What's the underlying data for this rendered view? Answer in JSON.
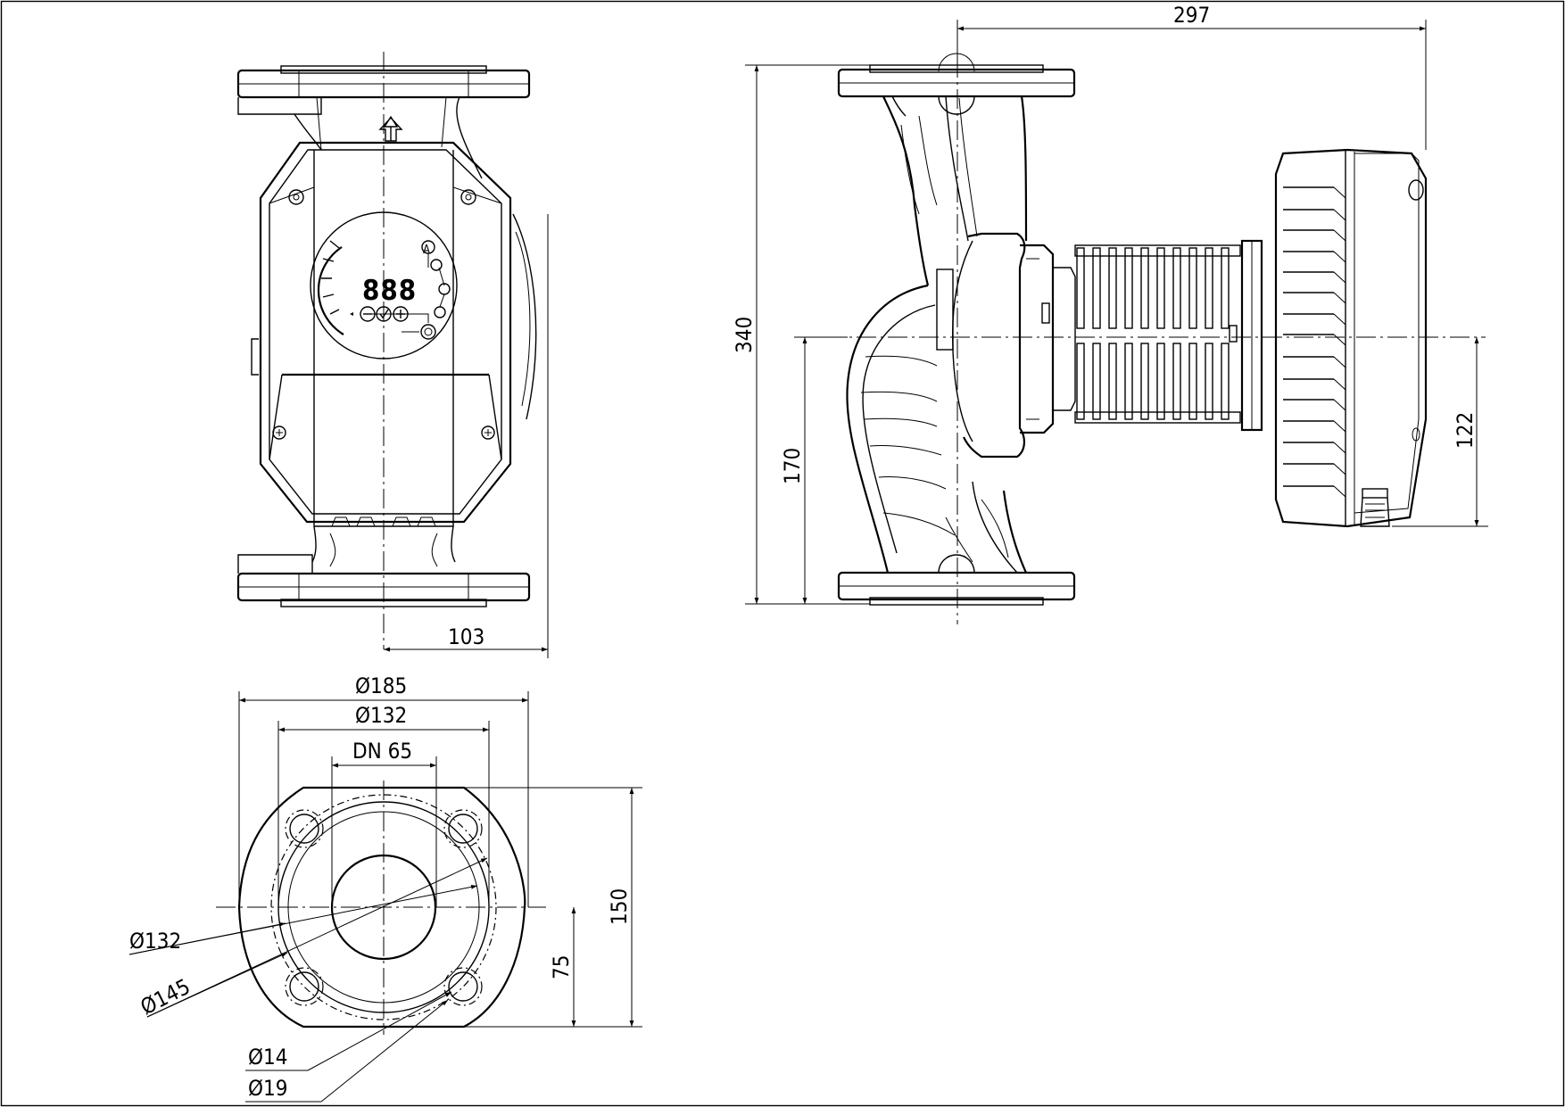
{
  "dimensions": {
    "overall_length": "297",
    "overall_height": "340",
    "axis_height": "170",
    "motor_axis": "122",
    "front_depth": "103",
    "flange_outer_dia": "185",
    "flange_bolt_circle_dia": "132",
    "nominal_size": "DN 65",
    "flange_height": "150",
    "flange_half_height": "75",
    "bolt_circle_a": "132",
    "bolt_circle_b": "145",
    "hole_small": "14",
    "hole_large": "19"
  },
  "diameter_symbol": "Ø",
  "display": {
    "digits": "888",
    "mode_label": "A"
  },
  "flow_arrow": "up-arrow-icon",
  "controls": [
    "minus-icon",
    "check-icon",
    "plus-icon",
    "circle-icon"
  ]
}
